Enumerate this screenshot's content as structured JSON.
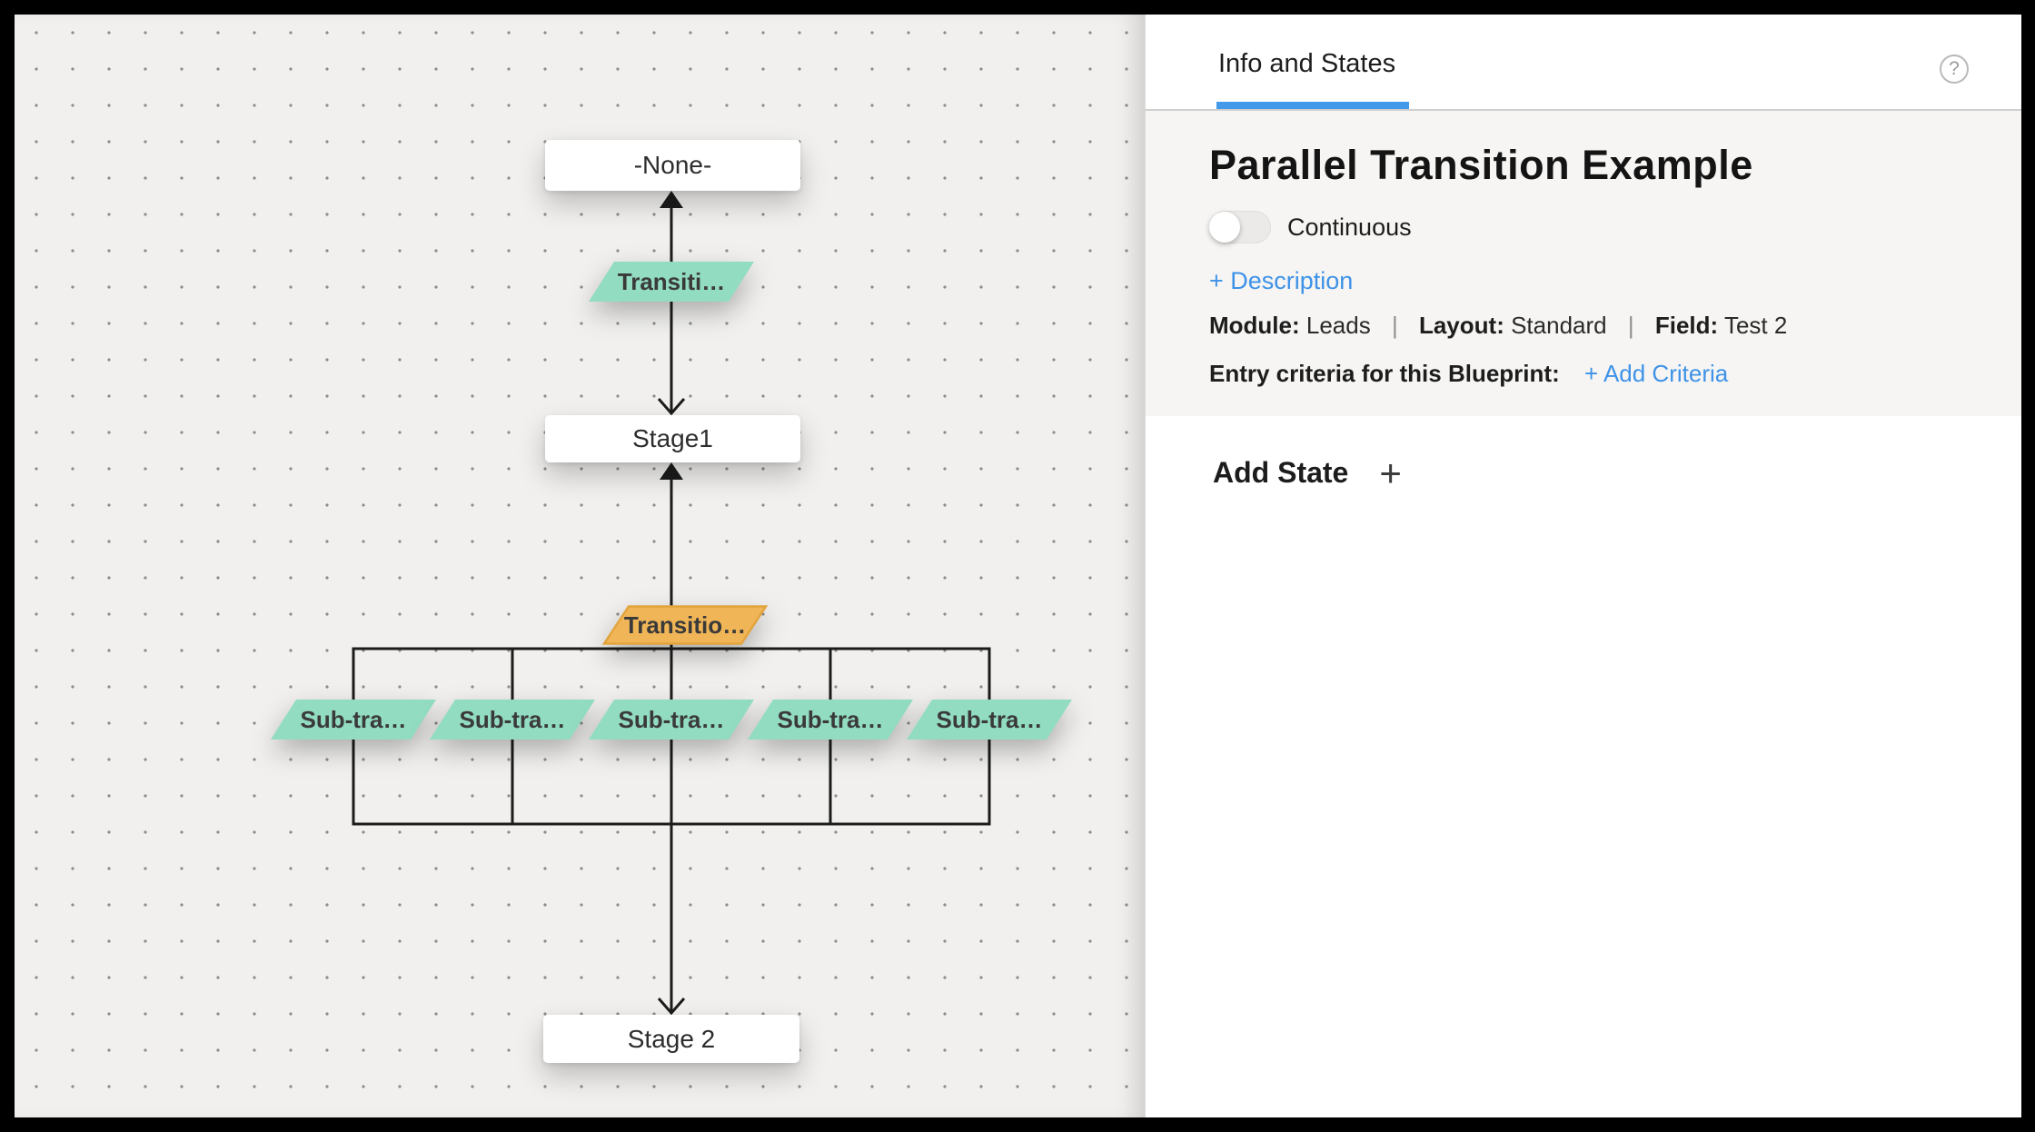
{
  "canvas": {
    "nodes": {
      "none": "-None-",
      "stage1": "Stage1",
      "stage2": "Stage 2"
    },
    "transitions": {
      "first": "Transiti…",
      "parallel": "Transitio…"
    },
    "sub_transitions": [
      {
        "label": "Sub-tra…"
      },
      {
        "label": "Sub-tra…"
      },
      {
        "label": "Sub-tra…"
      },
      {
        "label": "Sub-tra…"
      },
      {
        "label": "Sub-tra…"
      }
    ]
  },
  "panel": {
    "tab": "Info and States",
    "help_icon": "?",
    "title": "Parallel Transition Example",
    "toggle_label": "Continuous",
    "toggle_state": "off",
    "description_link": "+ Description",
    "meta": {
      "module_label": "Module:",
      "module_value": "Leads",
      "layout_label": "Layout:",
      "layout_value": "Standard",
      "field_label": "Field:",
      "field_value": "Test 2",
      "separator": "|"
    },
    "entry_criteria_label": "Entry criteria for this Blueprint:",
    "add_criteria_link": "+ Add Criteria",
    "add_state_label": "Add State",
    "add_state_icon": "+"
  },
  "colors": {
    "accent_blue": "#4499ea",
    "link_blue": "#3e92e8",
    "transition_green": "#92dcc2",
    "transition_orange": "#f0b557",
    "canvas_background": "#f1f0ee"
  }
}
